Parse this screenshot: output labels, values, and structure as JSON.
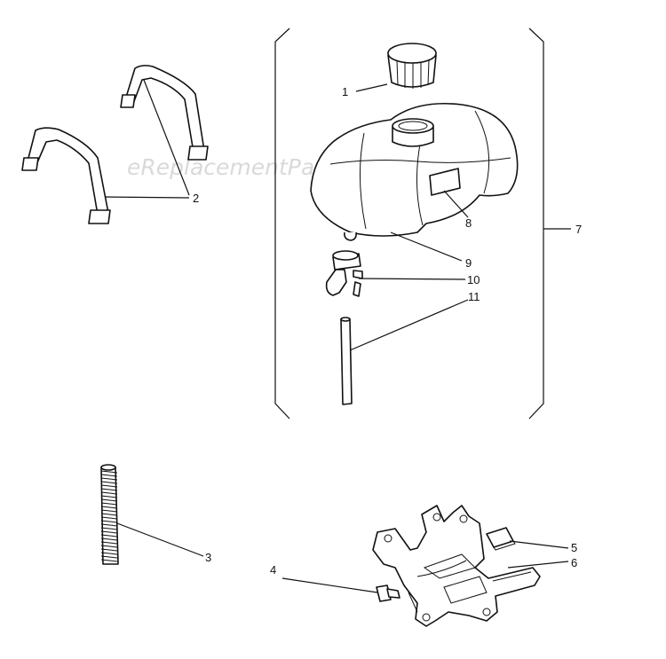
{
  "watermark": "eReplacementParts.com",
  "callouts": {
    "c1": "1",
    "c2": "2",
    "c3": "3",
    "c4": "4",
    "c5": "5",
    "c6": "6",
    "c7": "7",
    "c8": "8",
    "c9": "9",
    "c10": "10",
    "c11": "11"
  }
}
